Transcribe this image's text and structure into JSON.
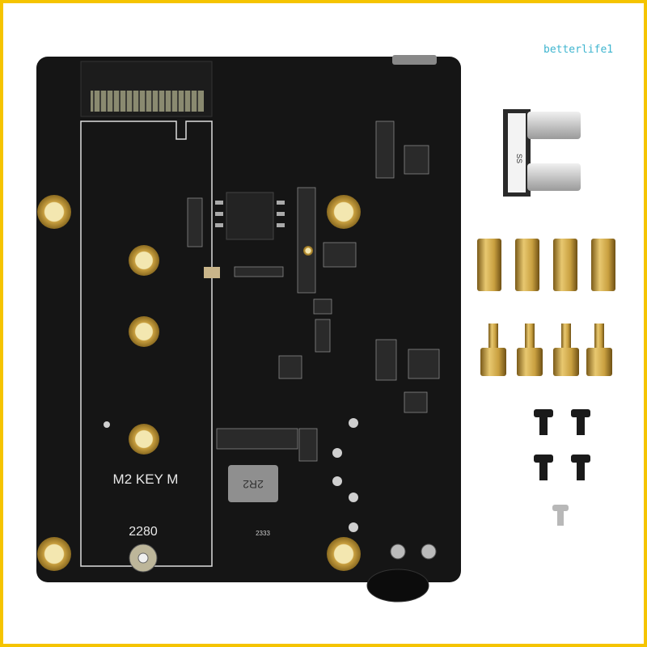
{
  "watermark": "betterlife1",
  "board": {
    "slot_label": "M2 KEY M",
    "slot_size": "2280",
    "inductor_label": "2R2",
    "small_marking": "2333"
  },
  "colors": {
    "frame": "#f5c400",
    "pcb": "#151515",
    "brass": "#c9a040",
    "watermark": "#3fb5cf"
  }
}
